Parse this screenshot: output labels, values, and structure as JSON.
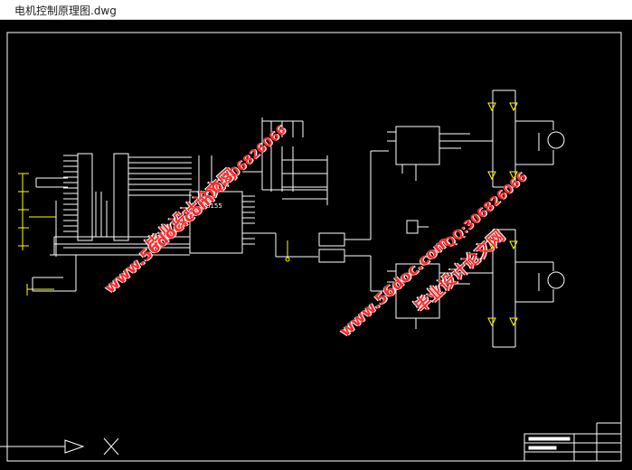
{
  "window": {
    "title": "电机控制原理图.dwg"
  },
  "diagram": {
    "chip_label": "8155"
  },
  "watermarks": {
    "url": "www.56doc.com",
    "qq": "QQ:306826066",
    "cn": "毕业设计论文网"
  },
  "colors": {
    "background": "#000000",
    "lines": "#ffffff",
    "accent": "#ffff00",
    "watermark": "#ff2a2a"
  }
}
